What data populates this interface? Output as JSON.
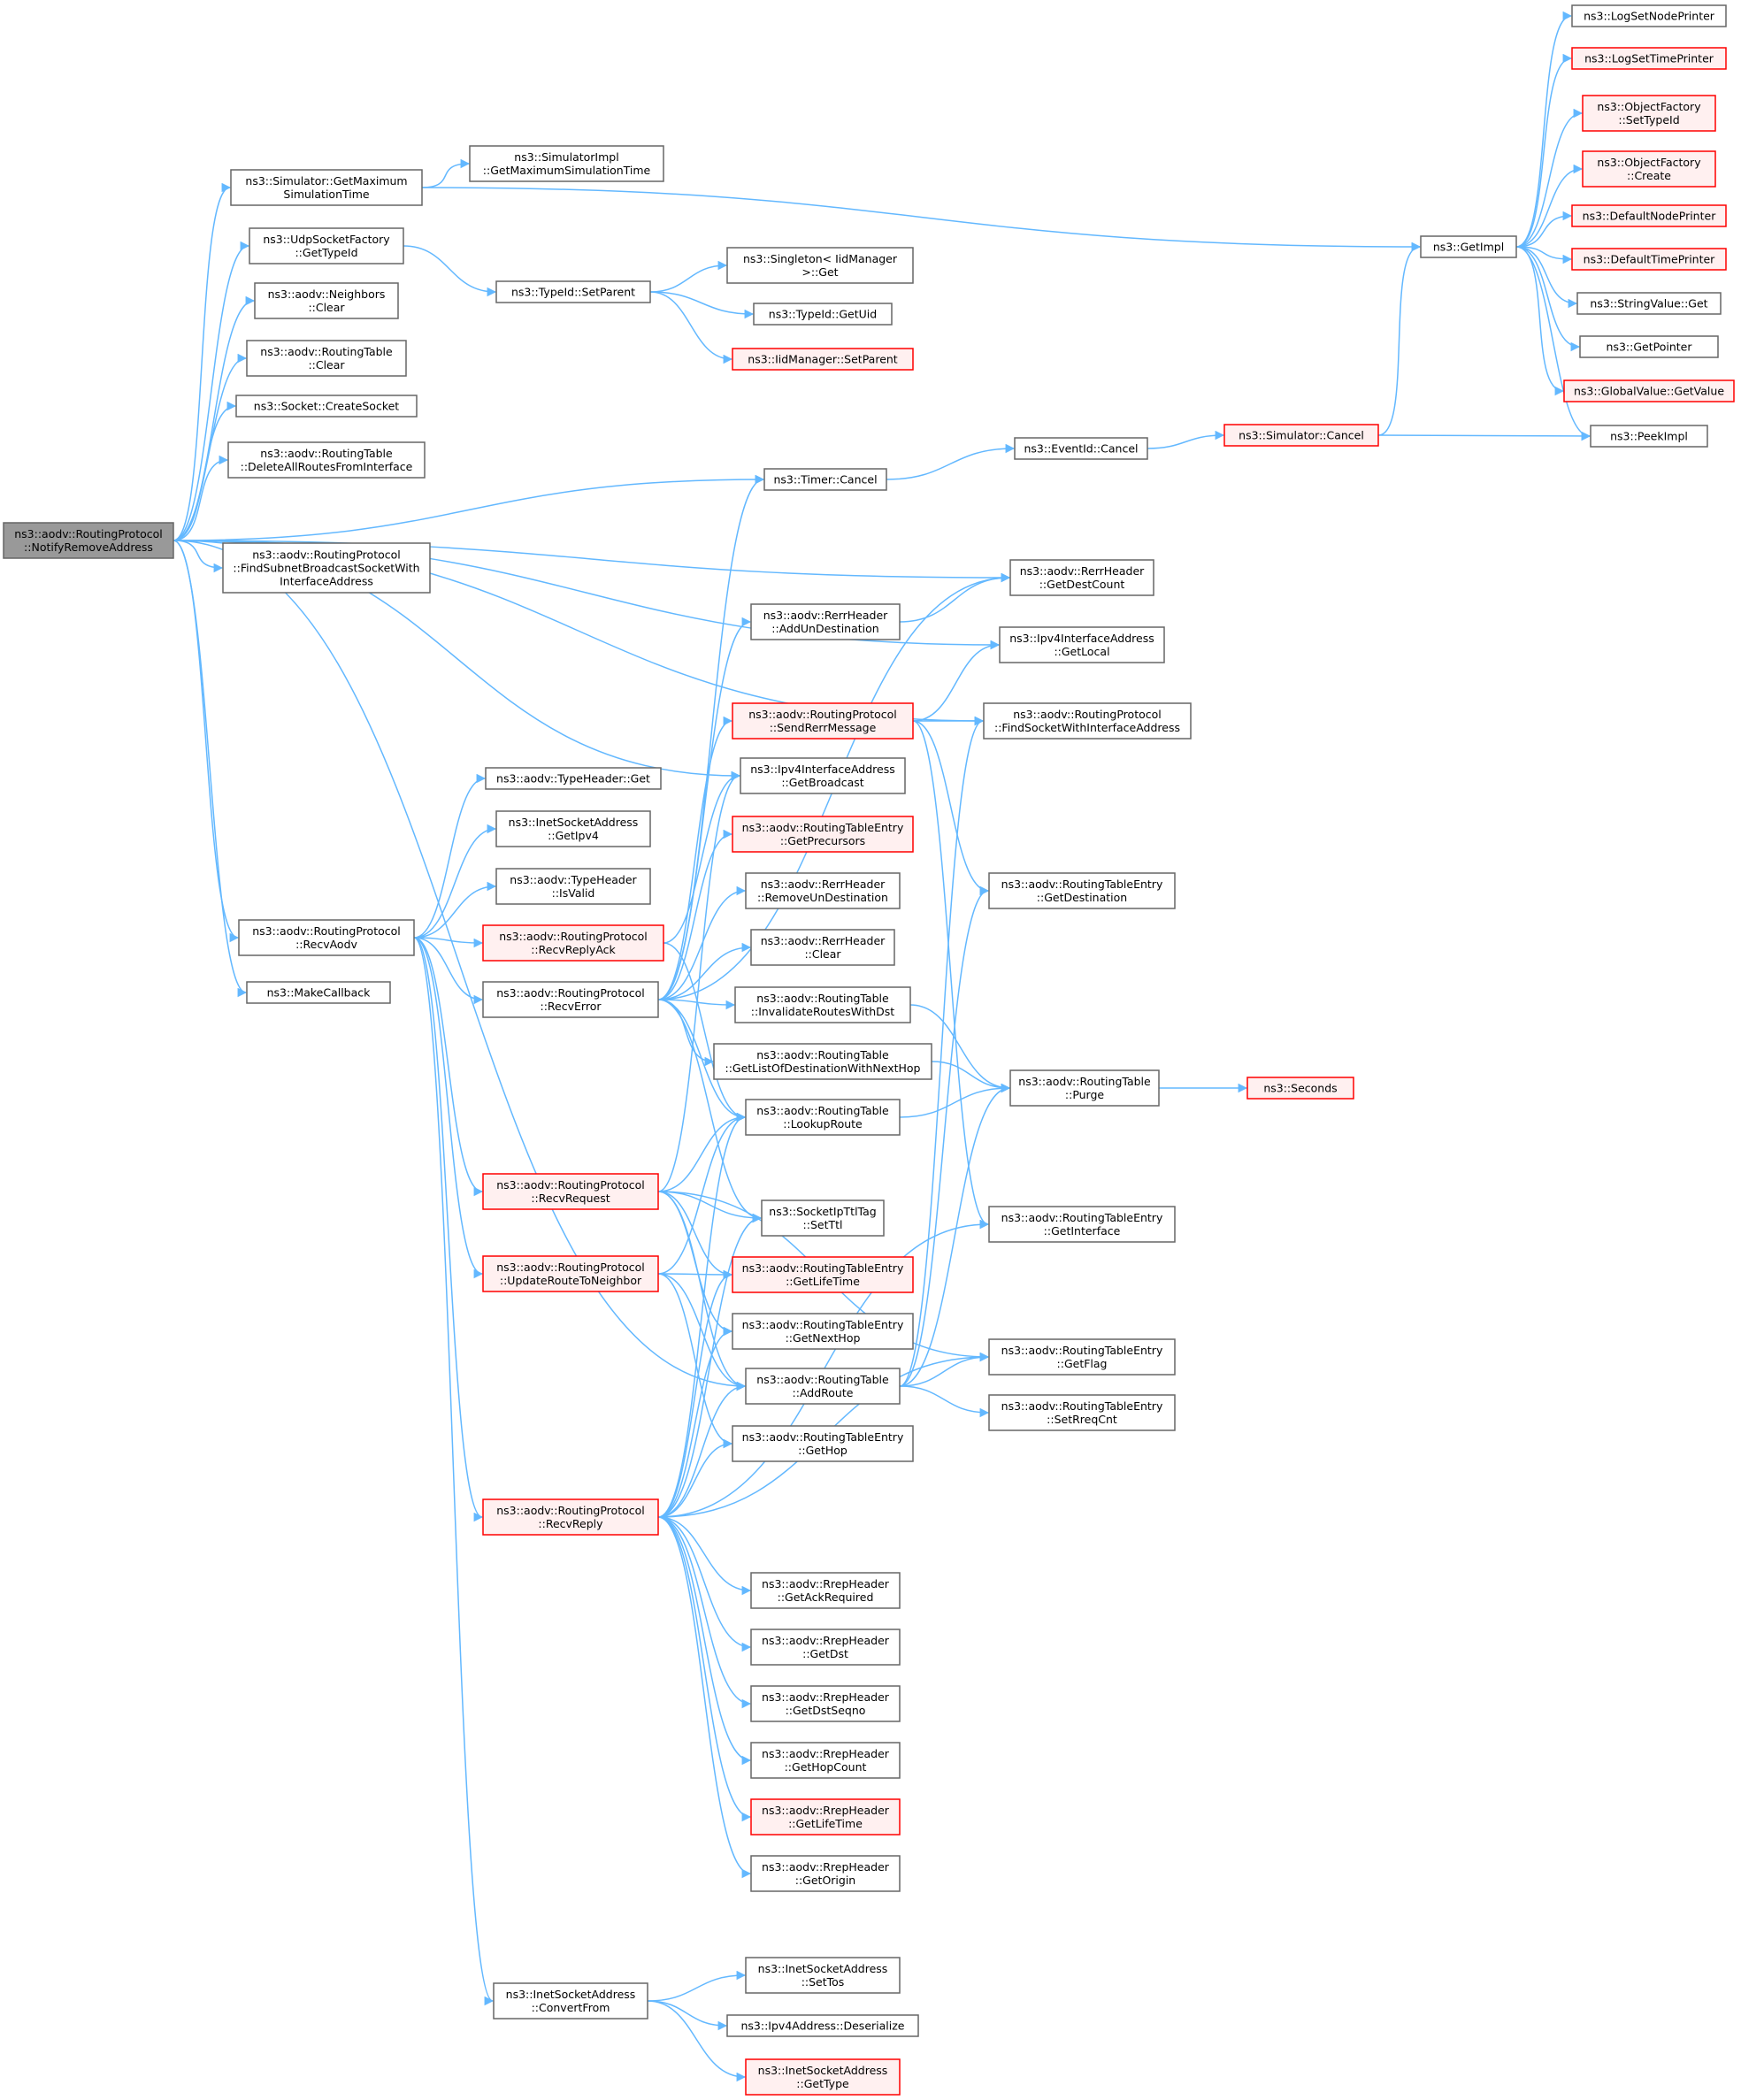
{
  "nodes": {
    "root": [
      "ns3::aodv::RoutingProtocol",
      "::NotifyRemoveAddress"
    ],
    "sim_getmax": [
      "ns3::Simulator::GetMaximum",
      "SimulationTime"
    ],
    "simimpl_getmax": [
      "ns3::SimulatorImpl",
      "::GetMaximumSimulationTime"
    ],
    "udp_gettypeid": [
      "ns3::UdpSocketFactory",
      "::GetTypeId"
    ],
    "neighbors_clear": [
      "ns3::aodv::Neighbors",
      "::Clear"
    ],
    "rtable_clear": [
      "ns3::aodv::RoutingTable",
      "::Clear"
    ],
    "socket_create": [
      "ns3::Socket::CreateSocket"
    ],
    "rtable_deleteall": [
      "ns3::aodv::RoutingTable",
      "::DeleteAllRoutesFromInterface"
    ],
    "rp_findsubnet": [
      "ns3::aodv::RoutingProtocol",
      "::FindSubnetBroadcastSocketWith",
      "InterfaceAddress"
    ],
    "rp_recvaodv": [
      "ns3::aodv::RoutingProtocol",
      "::RecvAodv"
    ],
    "makecallback": [
      "ns3::MakeCallback"
    ],
    "typeid_setparent": [
      "ns3::TypeId::SetParent"
    ],
    "singleton_get": [
      "ns3::Singleton< IidManager",
      ">::Get"
    ],
    "typeid_getuid": [
      "ns3::TypeId::GetUid"
    ],
    "iid_setparent": [
      "ns3::IidManager::SetParent"
    ],
    "timer_cancel": [
      "ns3::Timer::Cancel"
    ],
    "eventid_cancel": [
      "ns3::EventId::Cancel"
    ],
    "sim_cancel": [
      "ns3::Simulator::Cancel"
    ],
    "getimpl": [
      "ns3::GetImpl"
    ],
    "logsetnode": [
      "ns3::LogSetNodePrinter"
    ],
    "logsettime": [
      "ns3::LogSetTimePrinter"
    ],
    "of_settypeid": [
      "ns3::ObjectFactory",
      "::SetTypeId"
    ],
    "of_create": [
      "ns3::ObjectFactory",
      "::Create"
    ],
    "defnode": [
      "ns3::DefaultNodePrinter"
    ],
    "deftime": [
      "ns3::DefaultTimePrinter"
    ],
    "stringvalue_get": [
      "ns3::StringValue::Get"
    ],
    "getpointer": [
      "ns3::GetPointer"
    ],
    "globalvalue_getvalue": [
      "ns3::GlobalValue::GetValue"
    ],
    "peekimpl": [
      "ns3::PeekImpl"
    ],
    "rerr_getdestcount": [
      "ns3::aodv::RerrHeader",
      "::GetDestCount"
    ],
    "rerr_addun": [
      "ns3::aodv::RerrHeader",
      "::AddUnDestination"
    ],
    "ipv4if_getlocal": [
      "ns3::Ipv4InterfaceAddress",
      "::GetLocal"
    ],
    "rp_sendrerr": [
      "ns3::aodv::RoutingProtocol",
      "::SendRerrMessage"
    ],
    "rp_findsocket": [
      "ns3::aodv::RoutingProtocol",
      "::FindSocketWithInterfaceAddress"
    ],
    "ipv4if_getbcast": [
      "ns3::Ipv4InterfaceAddress",
      "::GetBroadcast"
    ],
    "typeheader_get": [
      "ns3::aodv::TypeHeader::Get"
    ],
    "inetsock_getipv4": [
      "ns3::InetSocketAddress",
      "::GetIpv4"
    ],
    "typeheader_isvalid": [
      "ns3::aodv::TypeHeader",
      "::IsValid"
    ],
    "rte_getprecursors": [
      "ns3::aodv::RoutingTableEntry",
      "::GetPrecursors"
    ],
    "rp_recvreplyack": [
      "ns3::aodv::RoutingProtocol",
      "::RecvReplyAck"
    ],
    "rerr_removeun": [
      "ns3::aodv::RerrHeader",
      "::RemoveUnDestination"
    ],
    "rte_getdest": [
      "ns3::aodv::RoutingTableEntry",
      "::GetDestination"
    ],
    "rerr_clear": [
      "ns3::aodv::RerrHeader",
      "::Clear"
    ],
    "rp_recverror": [
      "ns3::aodv::RoutingProtocol",
      "::RecvError"
    ],
    "rtable_invalidate": [
      "ns3::aodv::RoutingTable",
      "::InvalidateRoutesWithDst"
    ],
    "rtable_getlist": [
      "ns3::aodv::RoutingTable",
      "::GetListOfDestinationWithNextHop"
    ],
    "rtable_purge": [
      "ns3::aodv::RoutingTable",
      "::Purge"
    ],
    "seconds": [
      "ns3::Seconds"
    ],
    "rtable_lookup": [
      "ns3::aodv::RoutingTable",
      "::LookupRoute"
    ],
    "rp_recvrequest": [
      "ns3::aodv::RoutingProtocol",
      "::RecvRequest"
    ],
    "sockttl_setttl": [
      "ns3::SocketIpTtlTag",
      "::SetTtl"
    ],
    "rte_getinterface": [
      "ns3::aodv::RoutingTableEntry",
      "::GetInterface"
    ],
    "rp_updateroute": [
      "ns3::aodv::RoutingProtocol",
      "::UpdateRouteToNeighbor"
    ],
    "rte_getlifetime": [
      "ns3::aodv::RoutingTableEntry",
      "::GetLifeTime"
    ],
    "rte_getnexthop": [
      "ns3::aodv::RoutingTableEntry",
      "::GetNextHop"
    ],
    "rte_getflag": [
      "ns3::aodv::RoutingTableEntry",
      "::GetFlag"
    ],
    "rtable_addroute": [
      "ns3::aodv::RoutingTable",
      "::AddRoute"
    ],
    "rte_setrreqcnt": [
      "ns3::aodv::RoutingTableEntry",
      "::SetRreqCnt"
    ],
    "rte_gethop": [
      "ns3::aodv::RoutingTableEntry",
      "::GetHop"
    ],
    "rp_recvreply": [
      "ns3::aodv::RoutingProtocol",
      "::RecvReply"
    ],
    "rrep_getackreq": [
      "ns3::aodv::RrepHeader",
      "::GetAckRequired"
    ],
    "rrep_getdst": [
      "ns3::aodv::RrepHeader",
      "::GetDst"
    ],
    "rrep_getdstseqno": [
      "ns3::aodv::RrepHeader",
      "::GetDstSeqno"
    ],
    "rrep_gethopcount": [
      "ns3::aodv::RrepHeader",
      "::GetHopCount"
    ],
    "rrep_getlifetime": [
      "ns3::aodv::RrepHeader",
      "::GetLifeTime"
    ],
    "rrep_getorigin": [
      "ns3::aodv::RrepHeader",
      "::GetOrigin"
    ],
    "inetsock_convertfrom": [
      "ns3::InetSocketAddress",
      "::ConvertFrom"
    ],
    "inetsock_settos": [
      "ns3::InetSocketAddress",
      "::SetTos"
    ],
    "ipv4addr_deserialize": [
      "ns3::Ipv4Address::Deserialize"
    ],
    "inetsock_gettype": [
      "ns3::InetSocketAddress",
      "::GetType"
    ]
  },
  "colors": {
    "edge": "#63b8ff",
    "node_border": "#666666",
    "truncated_border": "#ff0000",
    "truncated_fill": "#fff0f0",
    "root_fill": "#999999"
  }
}
